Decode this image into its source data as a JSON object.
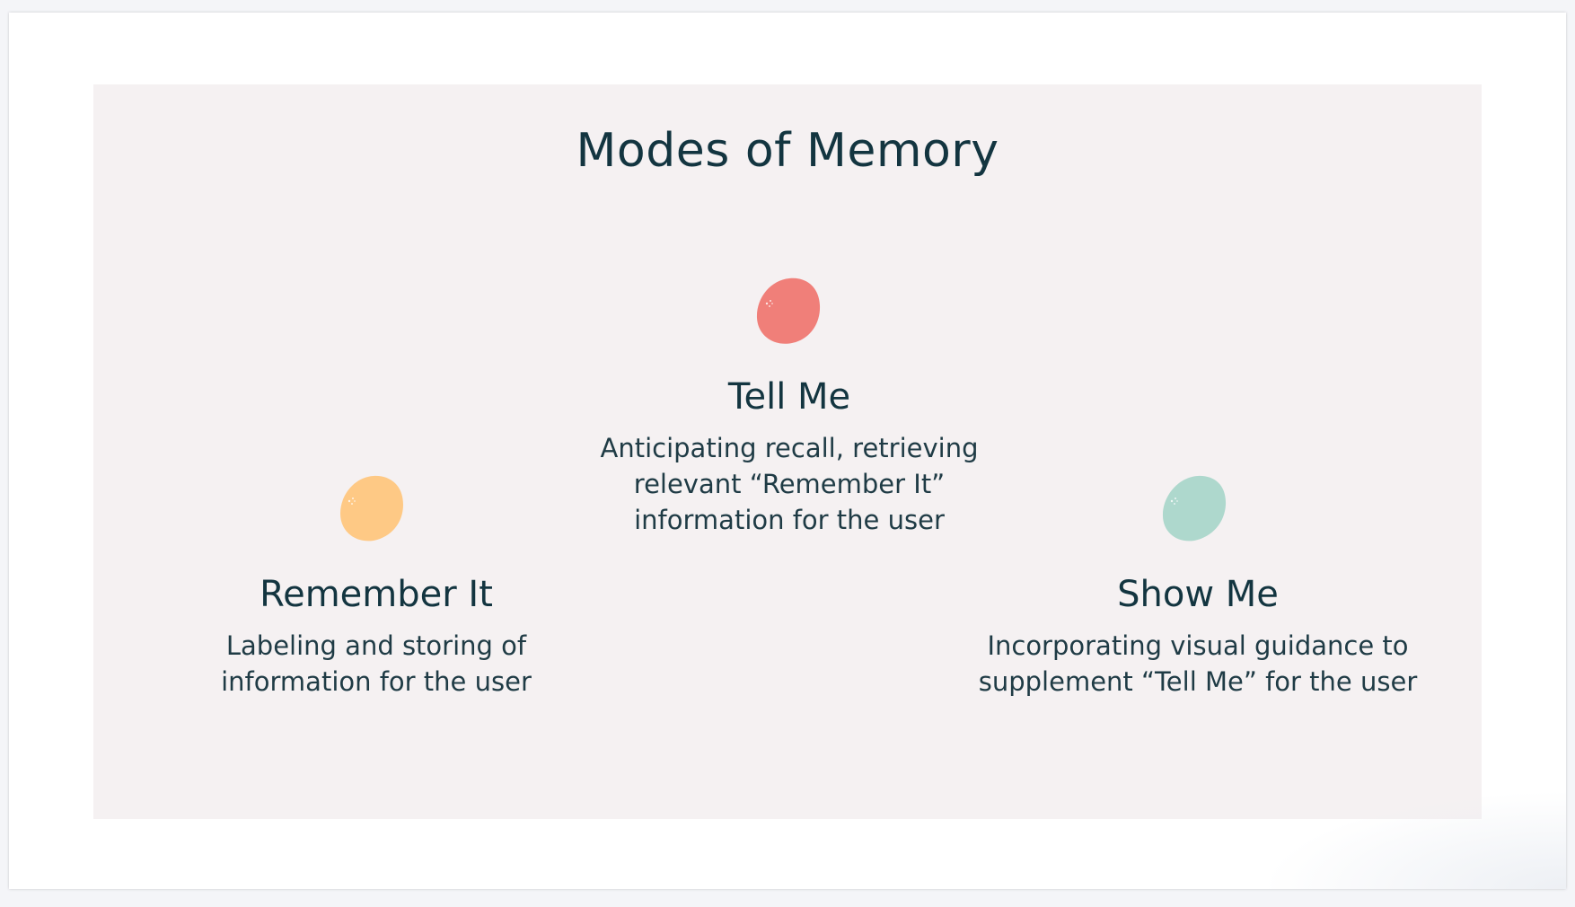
{
  "slide": {
    "title": "Modes of Memory",
    "background_color": "#f5f1f2",
    "modes": [
      {
        "id": "tell-me",
        "heading": "Tell Me",
        "color": "#f07f79",
        "icon": "blob-red-icon",
        "lines": [
          "Anticipating recall, retrieving",
          "relevant “Remember It”",
          "information for the user"
        ]
      },
      {
        "id": "remember-it",
        "heading": "Remember It",
        "color": "#fec985",
        "icon": "blob-yellow-icon",
        "lines": [
          "Labeling and storing of",
          "information for the user"
        ]
      },
      {
        "id": "show-me",
        "heading": "Show Me",
        "color": "#aed8cd",
        "icon": "blob-teal-icon",
        "lines": [
          "Incorporating visual guidance to",
          "supplement “Tell Me” for the user"
        ]
      }
    ]
  }
}
